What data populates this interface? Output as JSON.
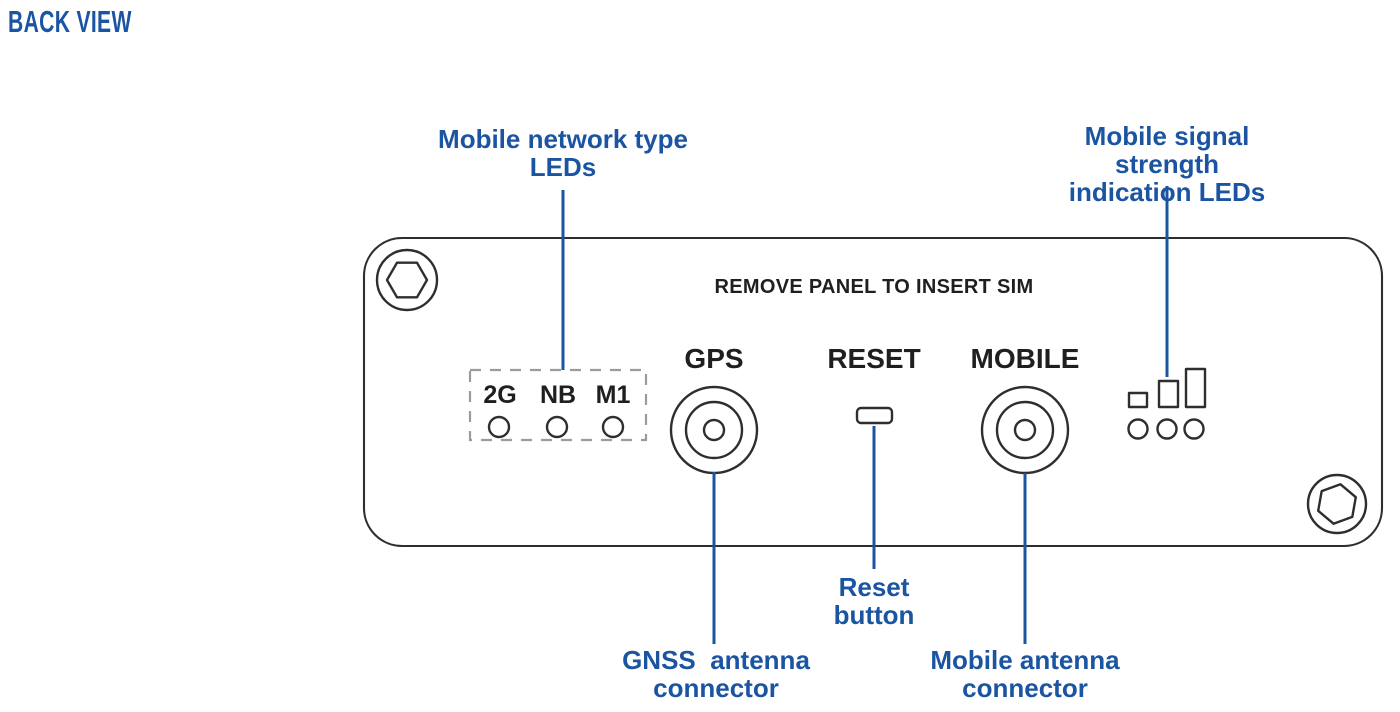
{
  "title": "BACK VIEW",
  "colors": {
    "accent": "#1b55a2",
    "outline": "#2e2e2e",
    "dash": "#9b9b9b",
    "text_dark": "#1f1f1f"
  },
  "panel": {
    "sim_notice": "REMOVE PANEL TO INSERT SIM",
    "ports": {
      "gps": "GPS",
      "reset": "RESET",
      "mobile": "MOBILE"
    },
    "led_labels": [
      "2G",
      "NB",
      "M1"
    ]
  },
  "annotations": {
    "network_leds": "Mobile network type\nLEDs",
    "signal_leds": "Mobile signal strength\nindication LEDs",
    "gnss": "GNSS  antenna\nconnector",
    "reset": "Reset\nbutton",
    "mobile": "Mobile antenna\nconnector"
  }
}
